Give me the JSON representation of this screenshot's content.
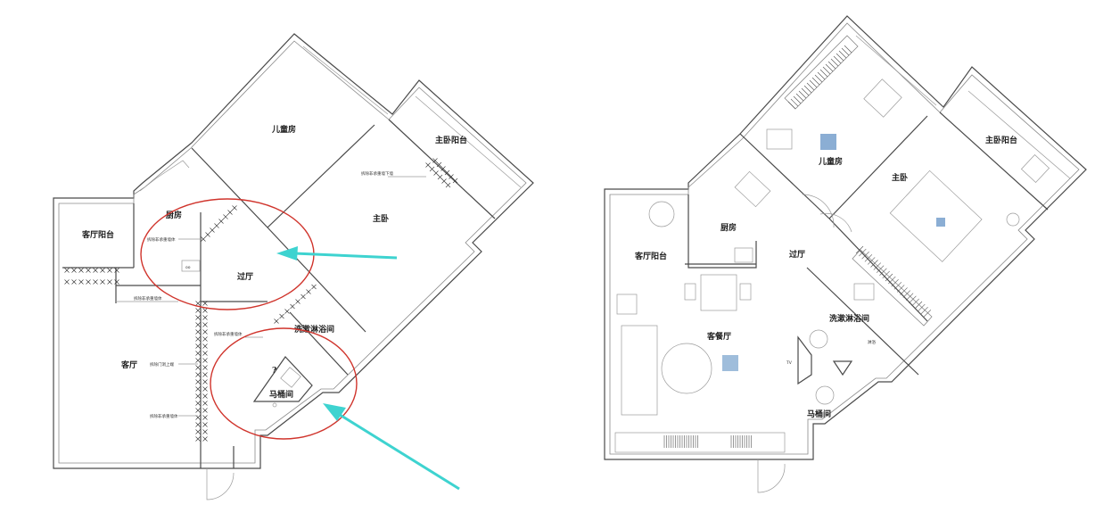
{
  "colors": {
    "walls": "#4a4a4a",
    "highlight": "#d0342c",
    "arrow": "#3ed3d0",
    "tiles": "#2b6cb0"
  },
  "left_plan": {
    "rooms": {
      "children_room": "儿童房",
      "master_balcony": "主卧阳台",
      "living_balcony": "客厅阳台",
      "kitchen": "厨房",
      "master_bedroom": "主卧",
      "hallway": "过厅",
      "washroom": "洗漱淋浴间",
      "living_room": "客厅",
      "toilet": "马桶间"
    },
    "notes": {
      "n1": "拆除非承重墙下墙",
      "n2": "拆除非承重墙体",
      "n3": "拆除非承重墙体",
      "n4": "拆除非承重墙体",
      "n5": "拆除门洞上端",
      "n6": "拆除非承重墙体",
      "n7": "拆除非承重墙体"
    },
    "question_mark": "?"
  },
  "right_plan": {
    "rooms": {
      "master_balcony": "主卧阳台",
      "children_room": "儿童房",
      "master_bedroom": "主卧",
      "kitchen": "厨房",
      "living_balcony": "客厅阳台",
      "hallway": "过厅",
      "washroom": "洗漱淋浴间",
      "living_dining": "客餐厅",
      "toilet": "马桶间",
      "small_note": "淋浴",
      "tv_label": "TV"
    }
  }
}
